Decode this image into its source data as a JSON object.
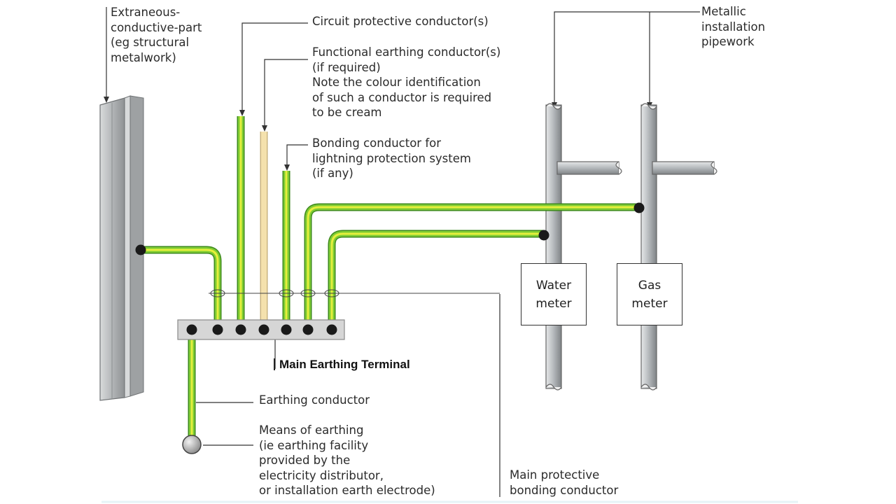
{
  "labels": {
    "extraneous": "Extraneous-\nconductive-part\n(eg structural\nmetalwork)",
    "cpc": "Circuit protective conductor(s)",
    "functional": "Functional earthing conductor(s)\n(if required)\nNote the colour identification\nof such a conductor is required\nto be cream",
    "lightning": "Bonding conductor for\nlightning protection system\n(if any)",
    "metallic": "Metallic\ninstallation\npipework",
    "met": "Main Earthing Terminal",
    "earthing_conductor": "Earthing conductor",
    "means": "Means of earthing\n(ie earthing facility\nprovided by the\nelectricity distributor,\nor installation earth electrode)",
    "main_bonding": "Main protective\nbonding conductor",
    "water_meter": "Water\nmeter",
    "gas_meter": "Gas\nmeter"
  },
  "colors": {
    "conductor_green": "#6cc63a",
    "conductor_yellow": "#e8f03a",
    "cream_conductor": "#f3dea6",
    "steel": "#bfc2c4",
    "pipe": "#b8bcbf",
    "terminal_bar": "#d4d4d4",
    "junction": "#1a1a1a"
  }
}
